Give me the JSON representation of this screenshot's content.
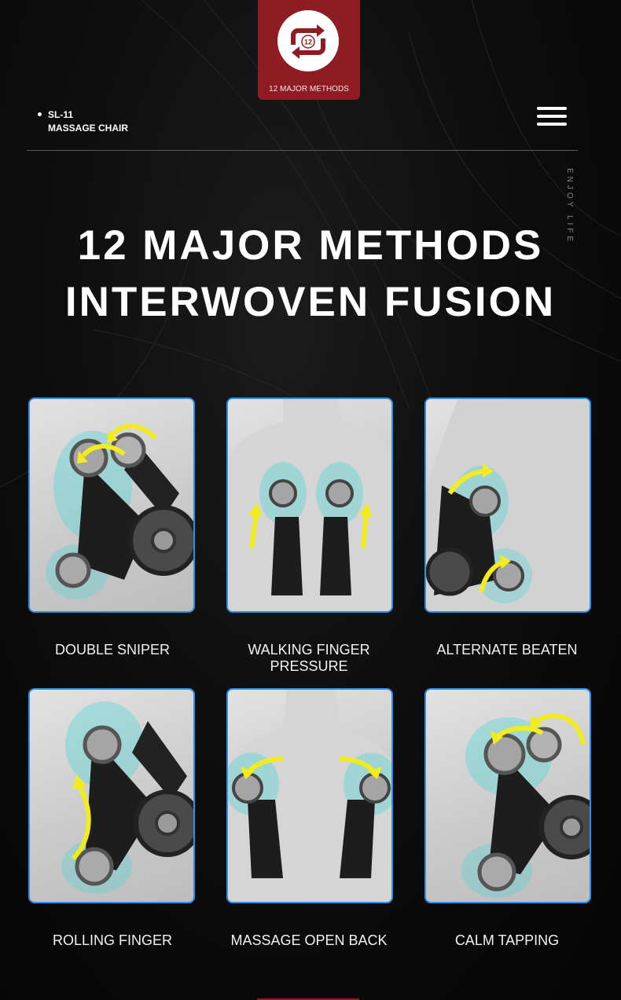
{
  "badge": {
    "icon": "cycle-arrows-icon",
    "icon_number": "12",
    "label": "12 MAJOR METHODS"
  },
  "model": {
    "line1": "SL-11",
    "line2": "MASSAGE CHAIR"
  },
  "menu": {
    "icon": "hamburger-menu-icon"
  },
  "side_text": "ENJOY LIFE",
  "heading": {
    "line1": "12 MAJOR METHODS",
    "line2": "INTERWOVEN FUSION"
  },
  "methods": [
    {
      "label": "DOUBLE SNIPER",
      "image": "massage-roller-arm"
    },
    {
      "label": "WALKING FINGER PRESSURE",
      "image": "back-rollers"
    },
    {
      "label": "ALTERNATE BEATEN",
      "image": "massage-roller-arm"
    },
    {
      "label": "ROLLING FINGER",
      "image": "massage-roller-arm"
    },
    {
      "label": "MASSAGE OPEN BACK",
      "image": "back-rollers"
    },
    {
      "label": "CALM TAPPING",
      "image": "massage-roller-arm"
    }
  ],
  "colors": {
    "accent": "#8e1c22",
    "card_border": "#2f8fe8",
    "arrow": "#f2ec1f",
    "glow": "#3fd6d6"
  }
}
